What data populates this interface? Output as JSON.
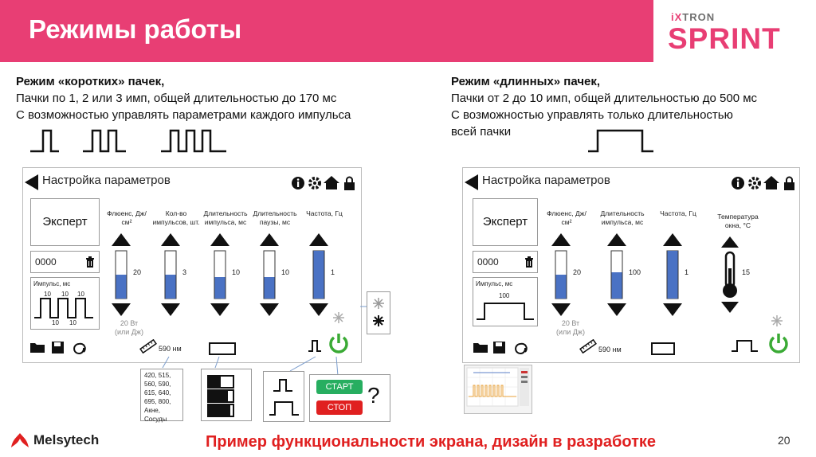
{
  "slide": {
    "title": "Режимы работы",
    "brand_small_ix": "iX",
    "brand_small_rest": "TRON",
    "brand_big": "SPRINT",
    "page_number": "20",
    "footer_note": "Пример функциональности экрана, дизайн в разработке",
    "company": "Melsytech"
  },
  "left": {
    "heading": "Режим «коротких» пачек,",
    "line1": "Пачки по 1, 2 или 3 имп, общей длительностью до 170 мс",
    "line2": "С возможностью управлять параметрами каждого импульса"
  },
  "right": {
    "heading": "Режим «длинных» пачек,",
    "line1": "Пачки от 2 до 10 имп, общей длительностью до 500 мс",
    "line2": "С возможностью управлять только длительностью",
    "line3": "всей пачки"
  },
  "screen_left": {
    "title": "Настройка параметров",
    "expert": "Эксперт",
    "code": "0000",
    "impulse_label": "Импульс, мс",
    "pulse_values": [
      "10",
      "10",
      "10",
      "10",
      "10"
    ],
    "params": [
      {
        "label": "Флюенс, Дж/см²",
        "value": "20",
        "level": 0.5
      },
      {
        "label": "Кол-во импульсов, шт.",
        "value": "3",
        "level": 0.5
      },
      {
        "label": "Длительность импульса, мс",
        "value": "10",
        "level": 0.45
      },
      {
        "label": "Длительность паузы, мс",
        "value": "10",
        "level": 0.45
      },
      {
        "label": "Частота, Гц",
        "value": "1",
        "level": 1.0
      }
    ],
    "power_note_1": "20 Вт",
    "power_note_2": "(или Дж)",
    "wavelength": "590 нм"
  },
  "screen_right": {
    "title": "Настройка параметров",
    "expert": "Эксперт",
    "code": "0000",
    "impulse_label": "Импульс, мс",
    "pulse_value": "100",
    "params": [
      {
        "label": "Флюенс, Дж/см²",
        "value": "20",
        "level": 0.5
      },
      {
        "label": "Длительность импульса, мс",
        "value": "100",
        "level": 0.55
      },
      {
        "label": "Частота, Гц",
        "value": "1",
        "level": 1.0
      }
    ],
    "temp_label": "Температура окна, °С",
    "temp_value": "15",
    "power_note_1": "20 Вт",
    "power_note_2": "(или Дж)",
    "wavelength": "590 нм"
  },
  "popups": {
    "wavelength_list": [
      "420, 515,",
      "560, 590,",
      "615, 640,",
      "695, 800,",
      "Акне,",
      "Сосуды"
    ],
    "start_label": "СТАРТ",
    "stop_label": "СТОП",
    "question": "?"
  },
  "colors": {
    "accent": "#e83e74",
    "bar_fill": "#4a72c4",
    "power_green": "#3aaa35",
    "start_green": "#27ae60",
    "stop_red": "#e02020"
  }
}
